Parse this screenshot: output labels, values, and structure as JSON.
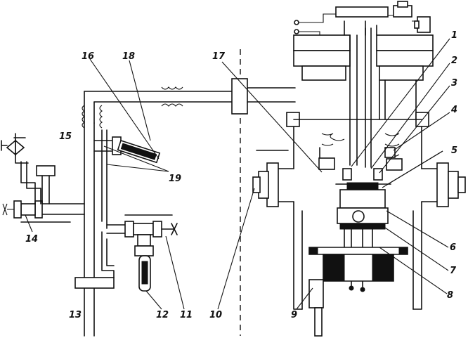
{
  "diagram": {
    "labels": {
      "l1": "1",
      "l2": "2",
      "l3": "3",
      "l4": "4",
      "l5": "5",
      "l6": "6",
      "l7": "7",
      "l8": "8",
      "l9": "9",
      "l10": "10",
      "l11": "11",
      "l12": "12",
      "l13": "13",
      "l14": "14",
      "l15": "15",
      "l16": "16",
      "l17": "17",
      "l18": "18",
      "l19": "19"
    }
  }
}
